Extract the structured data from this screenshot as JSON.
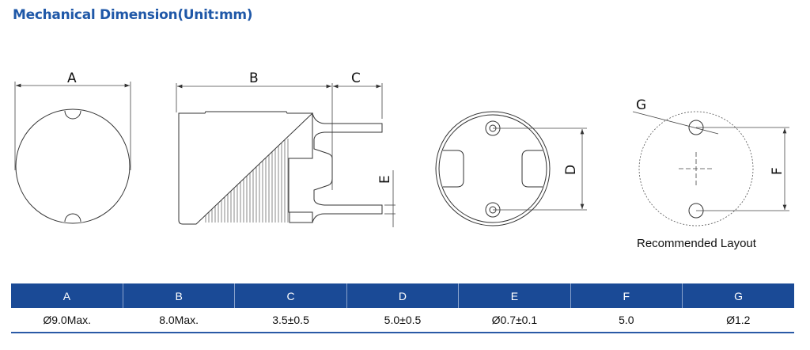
{
  "title": "Mechanical Dimension(Unit:mm)",
  "diagram": {
    "labels": {
      "A": "A",
      "B": "B",
      "C": "C",
      "D": "D",
      "E": "E",
      "F": "F",
      "G": "G"
    },
    "caption": "Recommended Layout"
  },
  "table": {
    "headers": [
      "A",
      "B",
      "C",
      "D",
      "E",
      "F",
      "G"
    ],
    "values": [
      "Ø9.0Max.",
      "8.0Max.",
      "3.5±0.5",
      "5.0±0.5",
      "Ø0.7±0.1",
      "5.0",
      "Ø1.2"
    ]
  }
}
